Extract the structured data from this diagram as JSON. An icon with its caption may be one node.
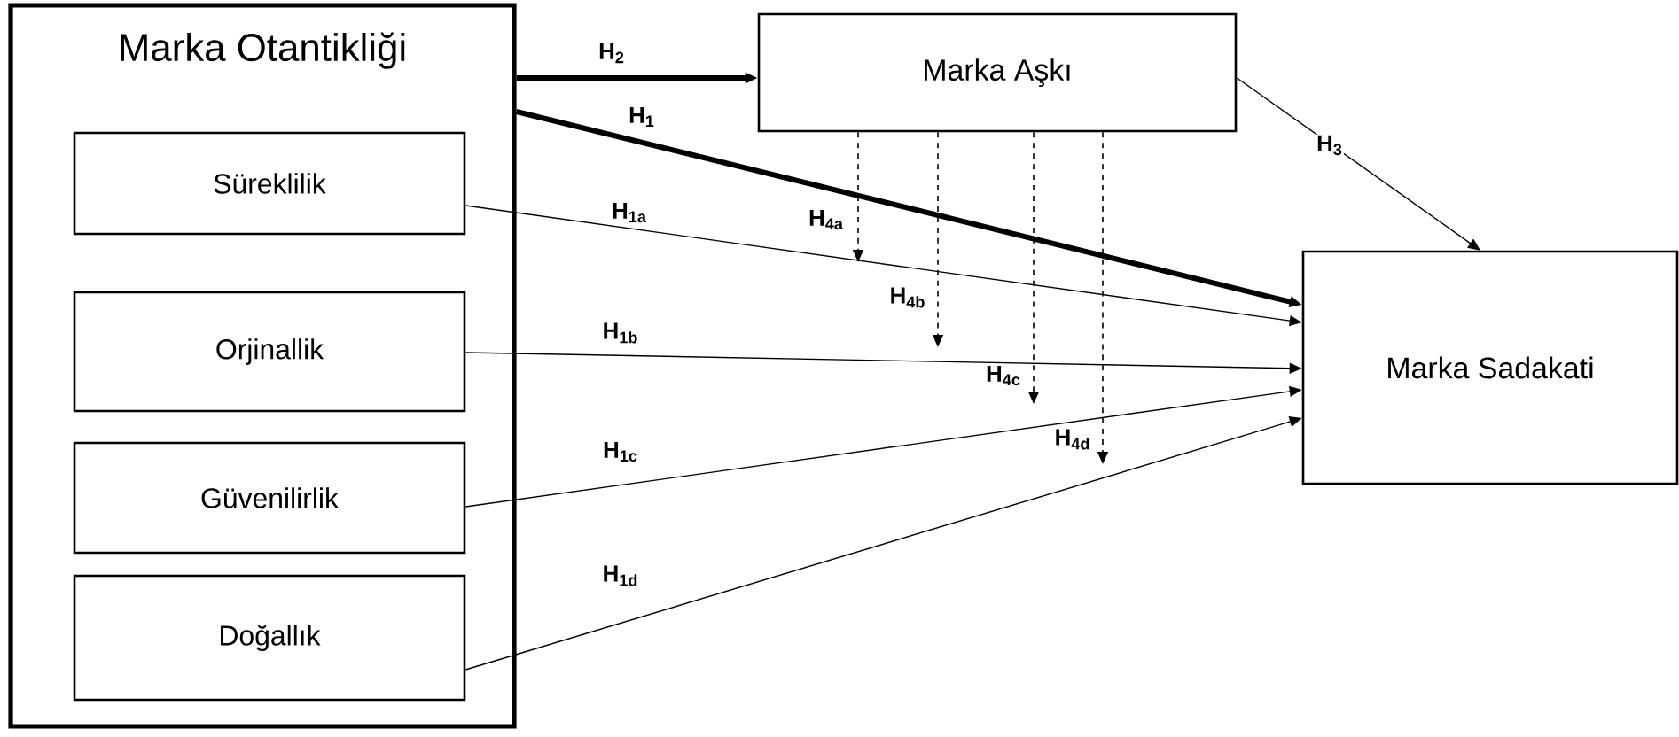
{
  "diagram": {
    "nodes": [
      {
        "text": [
          "Marka Otantikliği"
        ]
      },
      {
        "text": [
          "Süreklilik"
        ],
        "in": 0
      },
      {
        "text": [
          "Orjinallik"
        ],
        "in": 0
      },
      {
        "text": [
          "Güvenilirlik"
        ],
        "in": 0
      },
      {
        "text": [
          "Doğallık"
        ],
        "in": 0
      },
      {
        "text": [
          "Marka Aşkı"
        ]
      },
      {
        "text": [
          "Marka Sadakati"
        ]
      }
    ],
    "edges": [
      {
        "from": 0,
        "to": 5,
        "arrow": "to",
        "label": "H$_{2}$",
        "style": "thick"
      },
      {
        "from": 0,
        "to": 6,
        "arrow": "to",
        "label": "H$_{1}$",
        "style": "thick"
      },
      {
        "from": 5,
        "to": 6,
        "arrow": "to",
        "label": "H$_{3}$"
      },
      {
        "from": 1,
        "to": 6,
        "arrow": "to",
        "label": "H$_{1a}$"
      },
      {
        "from": 2,
        "to": 6,
        "arrow": "to",
        "label": "H$_{1b}$"
      },
      {
        "from": 3,
        "to": 6,
        "arrow": "to",
        "label": "H$_{1c}$"
      },
      {
        "from": 4,
        "to": 6,
        "arrow": "to",
        "label": "H$_{1d}$"
      },
      {
        "from": 5,
        "to": null,
        "arrow": "to",
        "label": "H$_{4a}$",
        "style": "dashed"
      },
      {
        "from": 5,
        "to": null,
        "arrow": "to",
        "label": "H$_{4b}$",
        "style": "dashed"
      },
      {
        "from": 5,
        "to": null,
        "arrow": "to",
        "label": "H$_{4c}$",
        "style": "dashed"
      },
      {
        "from": 5,
        "to": null,
        "arrow": "to",
        "label": "H$_{4d}$",
        "style": "dashed"
      }
    ]
  }
}
